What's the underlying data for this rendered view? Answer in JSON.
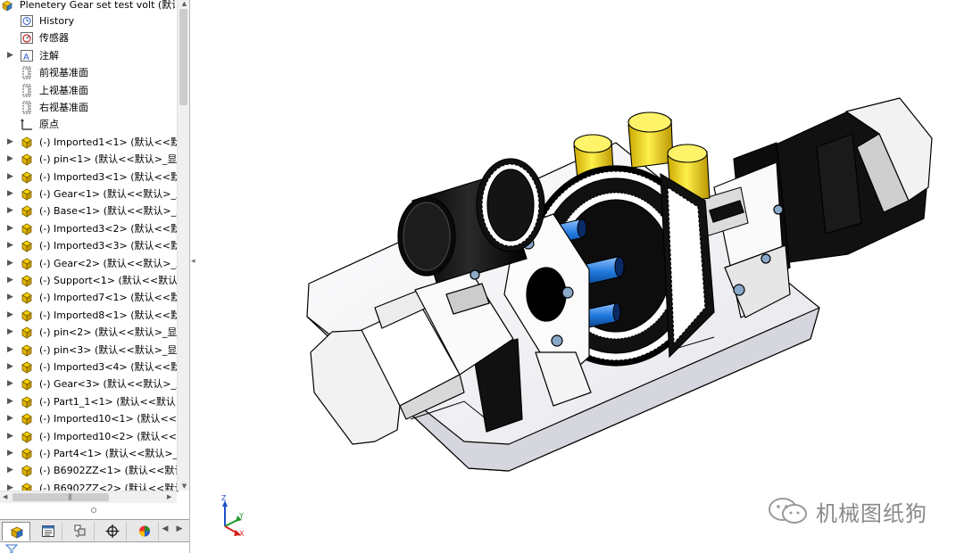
{
  "tree": {
    "title": "Plenetery Gear set test volt  (默认<",
    "items": [
      {
        "label": "History",
        "icon": "history-icon",
        "expand": ""
      },
      {
        "label": "传感器",
        "icon": "sensor-icon",
        "expand": ""
      },
      {
        "label": "注解",
        "icon": "annotation-icon",
        "expand": "▶"
      },
      {
        "label": "前视基准面",
        "icon": "plane-icon",
        "expand": ""
      },
      {
        "label": "上视基准面",
        "icon": "plane-icon",
        "expand": ""
      },
      {
        "label": "右视基准面",
        "icon": "plane-icon",
        "expand": ""
      },
      {
        "label": "原点",
        "icon": "origin-icon",
        "expand": ""
      },
      {
        "label": "(-) Imported1<1> (默认<<默认",
        "icon": "part-icon",
        "expand": "▶"
      },
      {
        "label": "(-) pin<1> (默认<<默认>_显示",
        "icon": "part-icon",
        "expand": "▶"
      },
      {
        "label": "(-) Imported3<1> (默认<<默认",
        "icon": "part-icon",
        "expand": "▶"
      },
      {
        "label": "(-) Gear<1> (默认<<默认>_显示",
        "icon": "part-icon",
        "expand": "▶"
      },
      {
        "label": "(-) Base<1> (默认<<默认>_显示",
        "icon": "part-icon",
        "expand": "▶"
      },
      {
        "label": "(-) Imported3<2> (默认<<默认",
        "icon": "part-icon",
        "expand": "▶"
      },
      {
        "label": "(-) Imported3<3> (默认<<默认",
        "icon": "part-icon",
        "expand": "▶"
      },
      {
        "label": "(-) Gear<2> (默认<<默认>_显示",
        "icon": "part-icon",
        "expand": "▶"
      },
      {
        "label": "(-) Support<1> (默认<<默认>_",
        "icon": "part-icon",
        "expand": "▶"
      },
      {
        "label": "(-) Imported7<1> (默认<<默认",
        "icon": "part-icon",
        "expand": "▶"
      },
      {
        "label": "(-) Imported8<1> (默认<<默认",
        "icon": "part-icon",
        "expand": "▶"
      },
      {
        "label": "(-) pin<2> (默认<<默认>_显示",
        "icon": "part-icon",
        "expand": "▶"
      },
      {
        "label": "(-) pin<3> (默认<<默认>_显示",
        "icon": "part-icon",
        "expand": "▶"
      },
      {
        "label": "(-) Imported3<4> (默认<<默认",
        "icon": "part-icon",
        "expand": "▶"
      },
      {
        "label": "(-) Gear<3> (默认<<默认>_显示",
        "icon": "part-icon",
        "expand": "▶"
      },
      {
        "label": "(-) Part1_1<1> (默认<<默认>_",
        "icon": "part-icon",
        "expand": "▶"
      },
      {
        "label": "(-) Imported10<1> (默认<<默",
        "icon": "part-icon",
        "expand": "▶"
      },
      {
        "label": "(-) Imported10<2> (默认<<默",
        "icon": "part-icon",
        "expand": "▶"
      },
      {
        "label": "(-) Part4<1> (默认<<默认>_显示",
        "icon": "part-icon",
        "expand": "▶"
      },
      {
        "label": "(-) B6902ZZ<1> (默认<<默认>",
        "icon": "part-icon",
        "expand": "▶"
      },
      {
        "label": "(-) B6902ZZ<2> (默认<<默认>",
        "icon": "part-icon",
        "expand": "▶"
      }
    ]
  },
  "tabs": [
    {
      "icon": "feature-manager-icon"
    },
    {
      "icon": "property-manager-icon"
    },
    {
      "icon": "configuration-manager-icon"
    },
    {
      "icon": "dimxpert-icon"
    },
    {
      "icon": "display-manager-icon"
    }
  ],
  "axes": {
    "z": "Z",
    "y": "Y",
    "x": "X"
  },
  "watermark": {
    "text": "机械图纸狗"
  },
  "colors": {
    "part_yellow": "#f5d000",
    "gear_blue": "#1e78dc",
    "selection_bg": "#ffffff"
  }
}
